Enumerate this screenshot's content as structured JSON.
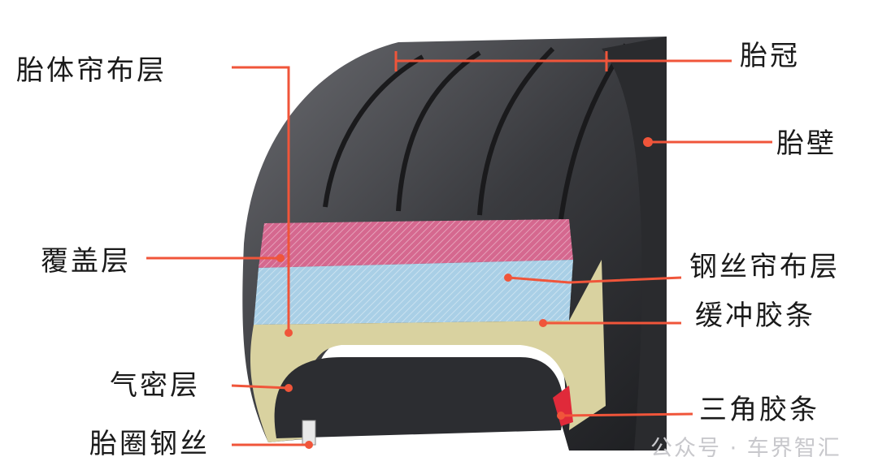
{
  "labels": {
    "carcass_ply": "胎体帘布层",
    "crown": "胎冠",
    "sidewall": "胎壁",
    "cap_ply": "覆盖层",
    "steel_belt": "钢丝帘布层",
    "buffer_strip": "缓冲胶条",
    "inner_liner": "气密层",
    "apex": "三角胶条",
    "bead_wire": "胎圈钢丝"
  },
  "watermark": "公众号 · 车界智汇",
  "colors": {
    "leader": "#f0553a",
    "tire": "#3a3b3f",
    "cap": "#d5688f",
    "belt": "#a9cfe6",
    "carcass": "#d9d2a0"
  }
}
